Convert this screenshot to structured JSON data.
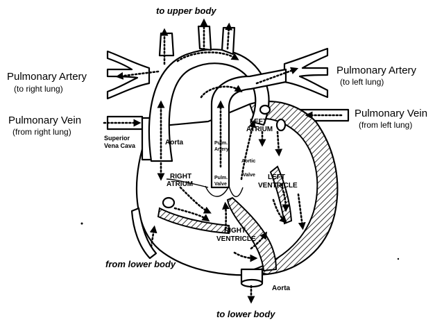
{
  "labels": {
    "top": "to upper body",
    "bottom": "to lower body",
    "lower_body": "from lower body",
    "pa_right_1": "Pulmonary Artery",
    "pa_right_2": "(to right lung)",
    "pa_left_1": "Pulmonary Artery",
    "pa_left_2": "(to left lung)",
    "pv_right_1": "Pulmonary Vein",
    "pv_right_2": "(from right lung)",
    "pv_left_1": "Pulmonary Vein",
    "pv_left_2": "(from left lung)",
    "svc_1": "Superior",
    "svc_2": "Vena Cava",
    "aorta_upper": "Aorta",
    "aorta_lower": "Aorta",
    "pulm_artery_1": "Pulm.",
    "pulm_artery_2": "Artery",
    "pulm_valve_1": "Pulm.",
    "pulm_valve_2": "Valve",
    "aortic_valve_1": "Aortic",
    "aortic_valve_2": "Valve",
    "right_atrium_1": "RIGHT",
    "right_atrium_2": "ATRIUM",
    "left_atrium_1": "LEFT",
    "left_atrium_2": "ATRIUM",
    "left_ventricle_1": "LEFT",
    "left_ventricle_2": "VENTRICLE",
    "right_ventricle_1": "RIGHT",
    "right_ventricle_2": "VENTRICLE"
  }
}
